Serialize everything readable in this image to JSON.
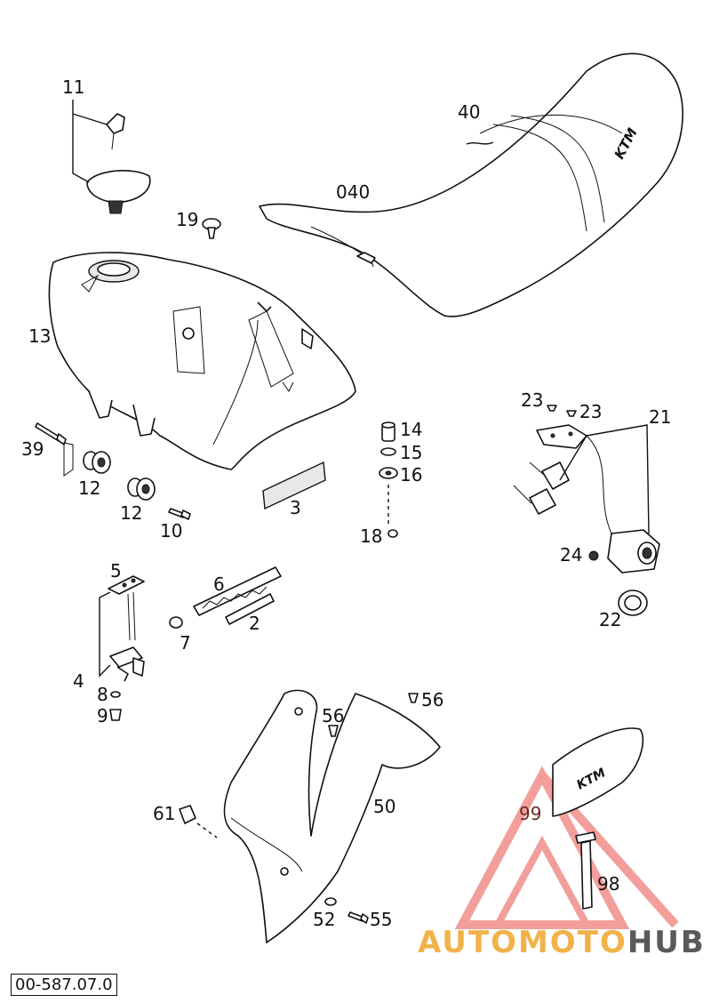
{
  "doc_code": "00-587.07.0",
  "labels": {
    "l40": "40",
    "l040": "040",
    "l11": "11",
    "l19": "19",
    "l13": "13",
    "l39": "39",
    "l12a": "12",
    "l12b": "12",
    "l10": "10",
    "l3": "3",
    "l14": "14",
    "l15": "15",
    "l16": "16",
    "l18": "18",
    "l23a": "23",
    "l23b": "23",
    "l21": "21",
    "l24": "24",
    "l22": "22",
    "l5": "5",
    "l6": "6",
    "l2": "2",
    "l7": "7",
    "l4": "4",
    "l8": "8",
    "l9": "9",
    "l56a": "56",
    "l56b": "56",
    "l61": "61",
    "l50": "50",
    "l52": "52",
    "l55": "55",
    "l99": "99",
    "l98": "98"
  },
  "watermark": {
    "part1": "AUTOMOTO",
    "part2": "HUB",
    "color_primary": "#f2b24a",
    "color_secondary": "#5a5a5a",
    "triangle_color": "#e8524a"
  },
  "logo_text": "KTM"
}
